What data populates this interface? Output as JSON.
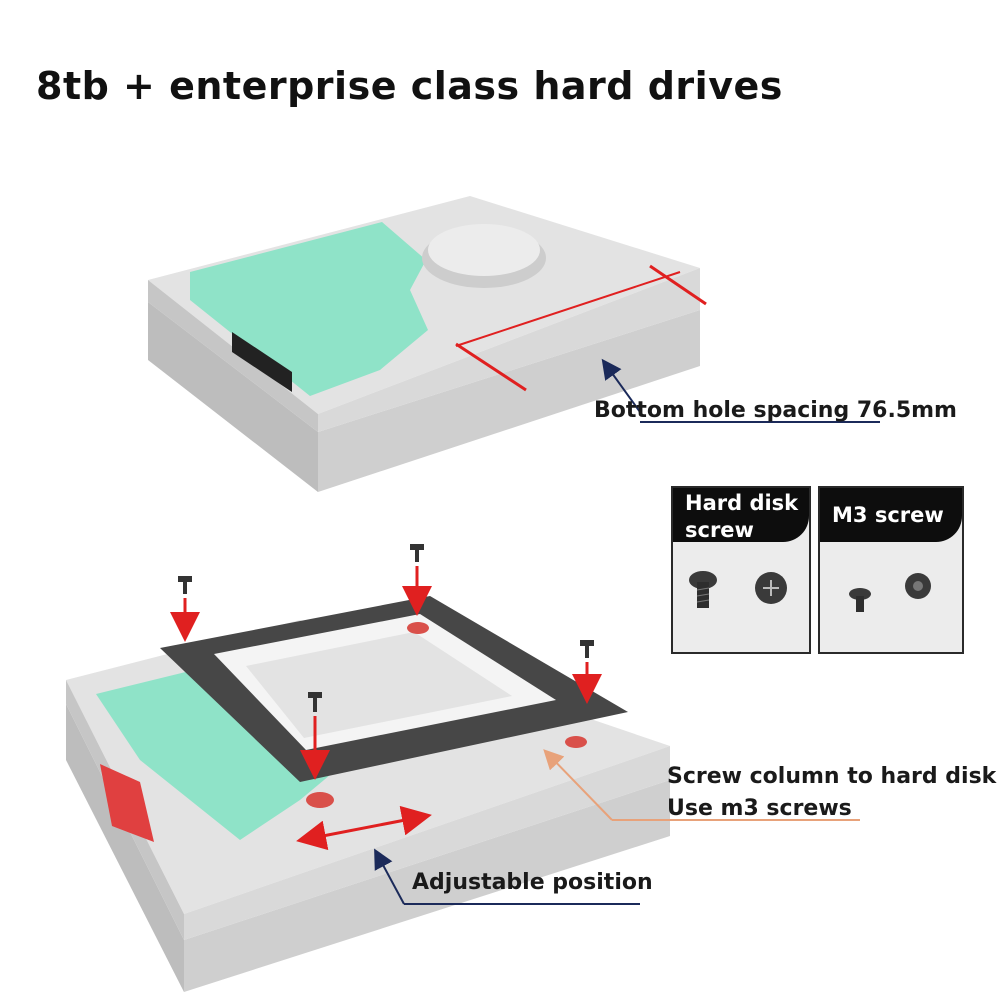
{
  "title": "8tb + enterprise class hard drives",
  "callouts": {
    "hole_spacing": "Bottom hole spacing 76.5mm",
    "screw_column": "Screw column to hard disk",
    "use_m3": "Use m3 screws",
    "adjustable": "Adjustable position"
  },
  "cards": {
    "hard_disk_screw": "Hard disk screw",
    "m3_screw": "M3 screw"
  },
  "colors": {
    "pcb": "#8fe3c8",
    "frame": "#d6d6d6",
    "bracket": "#4a4a4a",
    "arrow_red": "#e02020",
    "arrow_navy": "#1b2a5a",
    "arrow_orange": "#e8a27a"
  }
}
